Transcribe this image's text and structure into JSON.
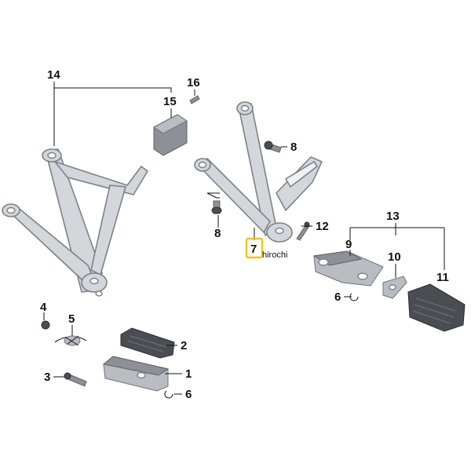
{
  "labels": {
    "l1": "1",
    "l2": "2",
    "l3": "3",
    "l4": "4",
    "l5": "5",
    "l6a": "6",
    "l6b": "6",
    "l7": "7",
    "l8a": "8",
    "l8b": "8",
    "l9": "9",
    "l10": "10",
    "l11": "11",
    "l12": "12",
    "l13": "13",
    "l14": "14",
    "l15": "15",
    "l16": "16"
  },
  "watermark": "hirochi",
  "highlight": {
    "label": "7",
    "color": "#f0c419"
  },
  "colors": {
    "metal": "#d3d6da",
    "outline": "#7d8288",
    "rubber": "#4a4d52",
    "text": "#111111"
  }
}
